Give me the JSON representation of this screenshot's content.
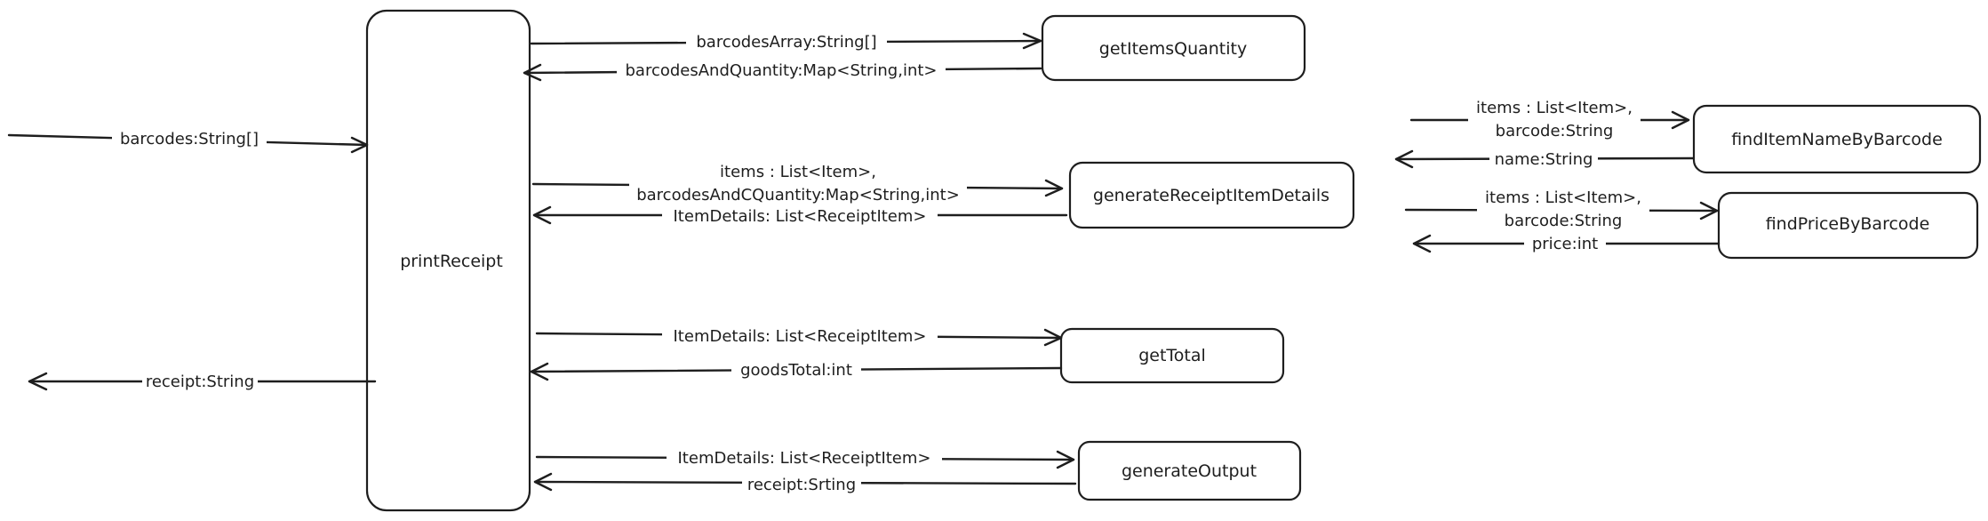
{
  "nodes": {
    "printReceipt": "printReceipt",
    "getItemsQuantity": "getItemsQuantity",
    "generateReceiptItemDetails": "generateReceiptItemDetails",
    "getTotal": "getTotal",
    "generateOutput": "generateOutput",
    "findItemNameByBarcode": "findItemNameByBarcode",
    "findPriceByBarcode": "findPriceByBarcode"
  },
  "edges": {
    "barcodes_in": "barcodes:String[]",
    "receipt_out": "receipt:String",
    "barcodes_array": "barcodesArray:String[]",
    "barcodes_and_quantity": "barcodesAndQuantity:Map<String,int>",
    "items_list_1": "items : List<Item>,",
    "barcodes_and_cquantity": "barcodesAndCQuantity:Map<String,int>",
    "item_details_return": "ItemDetails: List<ReceiptItem>",
    "item_details_to_total": "ItemDetails: List<ReceiptItem>",
    "goods_total": "goodsTotal:int",
    "item_details_to_output": "ItemDetails: List<ReceiptItem>",
    "receipt_srting": "receipt:Srting",
    "items_list_name": "items : List<Item>,",
    "barcode_string_name": "barcode:String",
    "name_string": "name:String",
    "items_list_price": "items : List<Item>,",
    "barcode_string_price": "barcode:String",
    "price_int": "price:int"
  }
}
